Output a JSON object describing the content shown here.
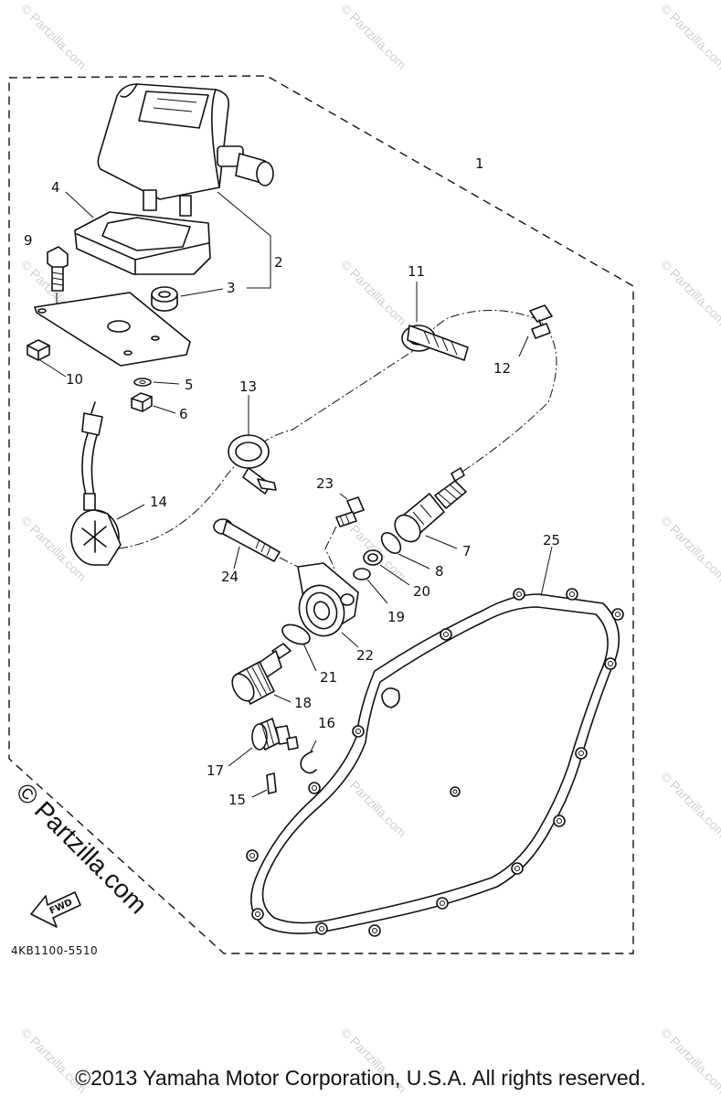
{
  "parts": [
    "1",
    "2",
    "3",
    "4",
    "5",
    "6",
    "7",
    "8",
    "9",
    "10",
    "11",
    "12",
    "13",
    "14",
    "15",
    "16",
    "17",
    "18",
    "19",
    "20",
    "21",
    "22",
    "23",
    "24",
    "25"
  ],
  "watermark": {
    "tile_text": "© Partzilla.com",
    "brand": "© Partzilla.com"
  },
  "diagram_code": "4KB1100-5510",
  "fwd_label": "FWD",
  "copyright": "©2013 Yamaha Motor Corporation, U.S.A. All rights reserved."
}
